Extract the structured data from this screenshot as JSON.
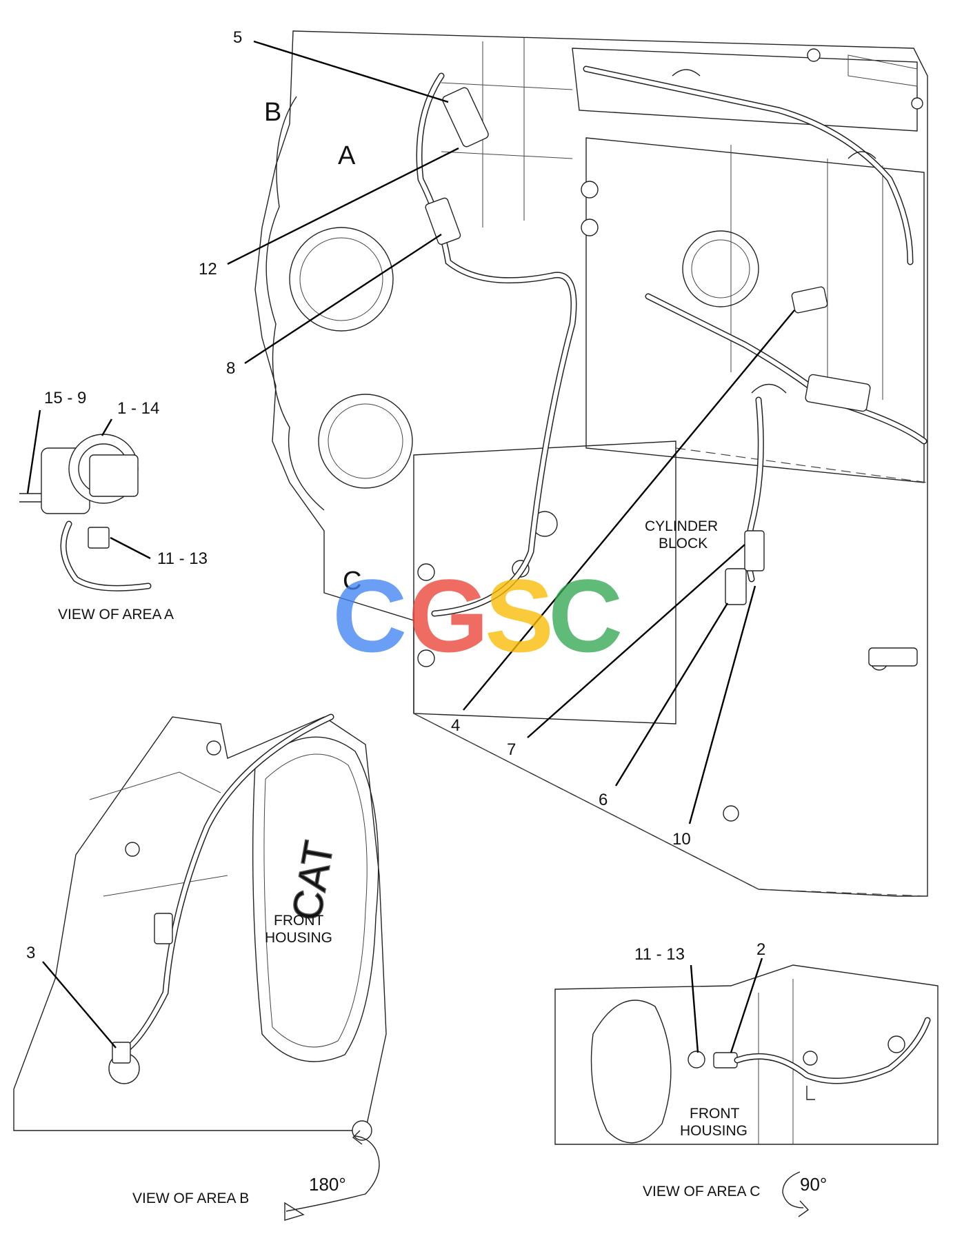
{
  "area_letters": {
    "a": "A",
    "b": "B",
    "c": "C"
  },
  "callouts": {
    "n5": "5",
    "n12": "12",
    "n8": "8",
    "n4": "4",
    "n7": "7",
    "n6": "6",
    "n10": "10",
    "n3": "3",
    "n2": "2",
    "a_15_9": "15 - 9",
    "a_1_14": "1 - 14",
    "a_11_13": "11 - 13",
    "c_11_13": "11 - 13"
  },
  "labels": {
    "cylinder_block_1": "CYLINDER",
    "cylinder_block_2": "BLOCK",
    "front_housing_b_1": "FRONT",
    "front_housing_b_2": "HOUSING",
    "front_housing_c_1": "FRONT",
    "front_housing_c_2": "HOUSING",
    "brand_mark": "CAT"
  },
  "captions": {
    "view_a": "VIEW OF AREA A",
    "view_b": "VIEW OF AREA B",
    "view_c": "VIEW OF AREA C"
  },
  "rotations": {
    "b": "180°",
    "c": "90°"
  },
  "watermark": {
    "letters": [
      "C",
      "G",
      "S",
      "C"
    ],
    "colors": [
      "#4285F4",
      "#EA4335",
      "#FBBC05",
      "#34A853"
    ]
  }
}
